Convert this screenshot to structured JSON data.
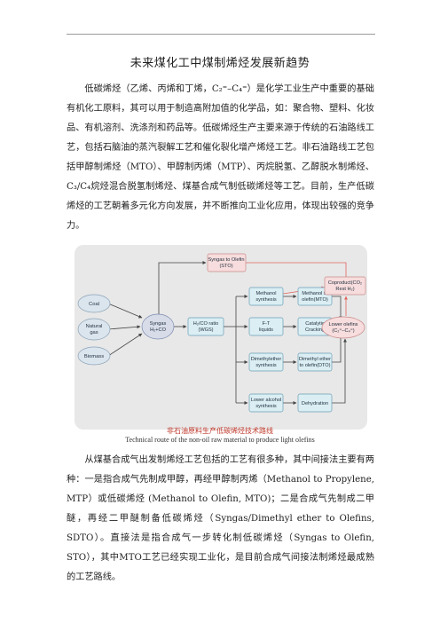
{
  "document": {
    "title": "未来煤化工中煤制烯烃发展新趋势",
    "paragraph_1": "低碳烯烃（乙烯、丙烯和丁烯，C₂⁼–C₄⁼）是化学工业生产中重要的基础有机化工原料，其可以用于制造高附加值的化学品，如：聚合物、塑料、化妆品、有机溶剂、洗涤剂和药品等。低碳烯烃生产主要来源于传统的石油路线工艺，包括石脑油的蒸汽裂解工艺和催化裂化增产烯烃工艺。非石油路线工艺包括甲醇制烯烃（MTO）、甲醇制丙烯（MTP）、丙烷脱氢、乙醇脱水制烯烃、C₃/C₄烷烃混合脱氢制烯烃、煤基合成气制低碳烯烃等工艺。目前，生产低碳烯烃的工艺朝着多元化方向发展，并不断推向工业化应用，体现出较强的竞争力。",
    "paragraph_2": "从煤基合成气出发制烯烃工艺包括的工艺有很多种，其中间接法主要有两种：一是指合成气先制成甲醇，再经甲醇制丙烯（Methanol to Propylene, MTP）或低碳烯烃 (Methanol to Olefin, MTO)；二是合成气先制成二甲醚，再经二甲醚制备低碳烯烃（Syngas/Dimethyl ether to Olefins, SDTO）。直接法是指合成气一步转化制低碳烯烃（Syngas to Olefin, STO），其中MTO工艺已经实现工业化，是目前合成气间接法制烯烃最成熟的工艺路线。"
  },
  "figure": {
    "caption_zh": "非石油原料生产低碳烯烃技术路线",
    "caption_en": "Technical route of the non-oil raw material to produce light olefins",
    "sources": {
      "coal": "Coal",
      "gas": [
        "Natural",
        "gas"
      ],
      "biomass": "Biomass"
    },
    "nodes": {
      "syngas": [
        "Syngas",
        "H₂+CO"
      ],
      "ratio": [
        "H₂/CO ratio",
        "(WGS)"
      ],
      "sto": [
        "Syngas to Olefin",
        "(STO)"
      ],
      "methanol_synth": [
        "Methanol",
        "synthesis"
      ],
      "mto": [
        "Methanol to",
        "olefin(MTO)"
      ],
      "coproduct": [
        "Coproduct(CO₂",
        "Rest H₂)"
      ],
      "ft": [
        "F-T",
        "liquids"
      ],
      "cracking": [
        "Catalytic",
        "Cracking"
      ],
      "lower_olefins": [
        "Lower olefins",
        "(C₂⁼–C₄⁼)"
      ],
      "dme_synth": [
        "Dimethylether",
        "synthesis"
      ],
      "dto": [
        "Dimethyl ether",
        "to olefin(DTO)"
      ],
      "alcohol_synth": [
        "Lower alcohol",
        "synthesis"
      ],
      "dehydration": "Dehydration"
    },
    "colors": {
      "source_fill": "#dbe5ee",
      "syngas_fill": "#d7dce8",
      "box_fill": "#dbeef3",
      "box_stroke": "#6a9fb5",
      "pink_fill": "#f7dddd",
      "pink_stroke": "#c98a8a",
      "arrow": "#444444",
      "red_arrow": "#e0635c",
      "background": "#e8e8e8"
    }
  }
}
